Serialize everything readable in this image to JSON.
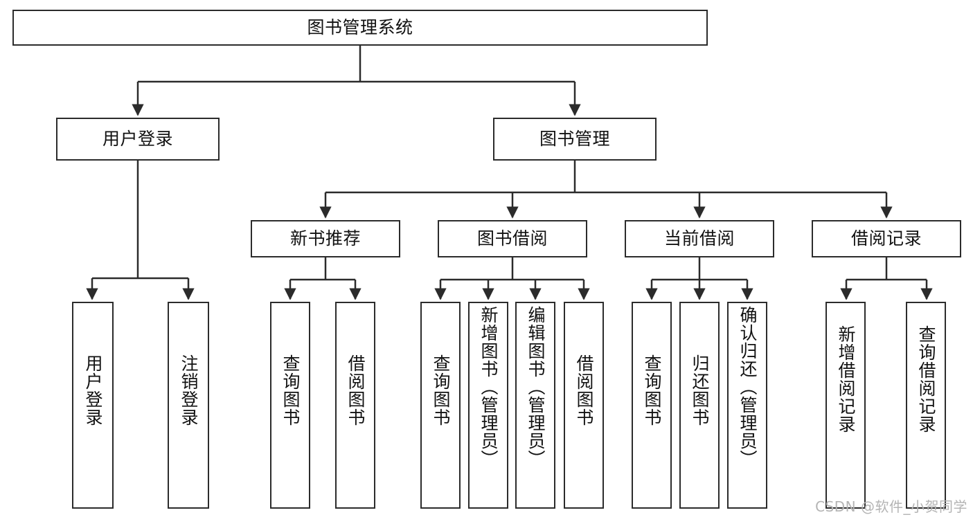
{
  "diagram": {
    "title": "图书管理系统",
    "type": "tree-hierarchy",
    "watermark": "CSDN @软件_小贺同学",
    "colors": {
      "stroke": "#2b2b2b",
      "fill": "#ffffff",
      "text": "#111111",
      "watermark": "#b4b4b4"
    },
    "levels": {
      "root": {
        "label": "图书管理系统"
      },
      "level2": [
        {
          "id": "user-login",
          "label": "用户登录"
        },
        {
          "id": "book-manage",
          "label": "图书管理"
        }
      ],
      "level3": [
        {
          "id": "new-book-recommend",
          "label": "新书推荐",
          "parent": "book-manage"
        },
        {
          "id": "book-borrow",
          "label": "图书借阅",
          "parent": "book-manage"
        },
        {
          "id": "current-borrow",
          "label": "当前借阅",
          "parent": "book-manage"
        },
        {
          "id": "borrow-record",
          "label": "借阅记录",
          "parent": "book-manage"
        }
      ],
      "leaves": [
        {
          "id": "leaf-user-login",
          "label": "用户登录",
          "parent": "user-login"
        },
        {
          "id": "leaf-logout-login",
          "label": "注销登录",
          "parent": "user-login"
        },
        {
          "id": "leaf-query-book-1",
          "label": "查询图书",
          "parent": "new-book-recommend"
        },
        {
          "id": "leaf-borrow-book-1",
          "label": "借阅图书",
          "parent": "new-book-recommend"
        },
        {
          "id": "leaf-query-book-2",
          "label": "查询图书",
          "parent": "book-borrow"
        },
        {
          "id": "leaf-add-book",
          "label": "新增图书（管理员）",
          "parent": "book-borrow"
        },
        {
          "id": "leaf-edit-book",
          "label": "编辑图书（管理员）",
          "parent": "book-borrow"
        },
        {
          "id": "leaf-borrow-book-2",
          "label": "借阅图书",
          "parent": "book-borrow"
        },
        {
          "id": "leaf-query-book-3",
          "label": "查询图书",
          "parent": "current-borrow"
        },
        {
          "id": "leaf-return-book",
          "label": "归还图书",
          "parent": "current-borrow"
        },
        {
          "id": "leaf-confirm-return",
          "label": "确认归还（管理员）",
          "parent": "current-borrow"
        },
        {
          "id": "leaf-add-record",
          "label": "新增借阅记录",
          "parent": "borrow-record"
        },
        {
          "id": "leaf-query-record",
          "label": "查询借阅记录",
          "parent": "borrow-record"
        }
      ]
    }
  }
}
